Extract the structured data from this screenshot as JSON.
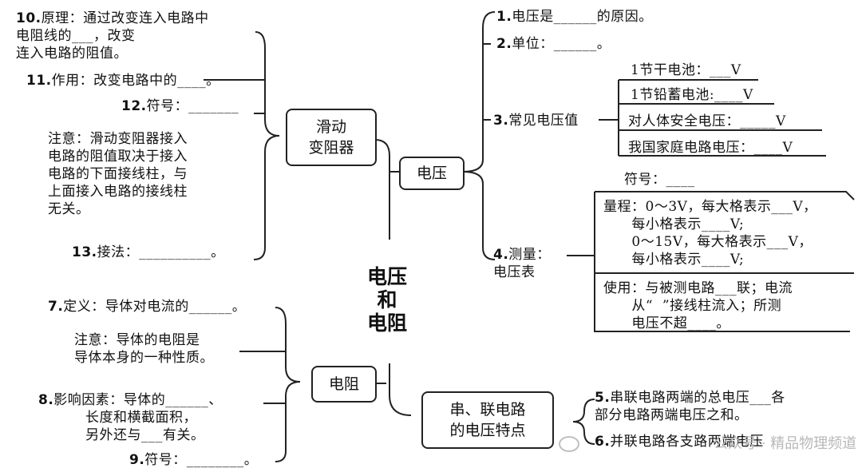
{
  "center": {
    "line1": "电压",
    "line2": "和",
    "line3": "电阻"
  },
  "nodes": {
    "huadong": "滑动\n变阻器",
    "dianya": "电压",
    "dianzu": "电阻",
    "chuanbing": "串、联电路\n的电压特点"
  },
  "huadong": {
    "n10_num": "10.",
    "n10_text": "原理：通过改变连入电路中\n电阻线的___，改变\n连入电路的阻值。",
    "n11_num": "11.",
    "n11_text": "作用：改变电路中的____。",
    "n12_num": "12.",
    "n12_text": "符号：_______",
    "note": "注意：滑动变阻器接入\n电路的阻值取决于接入\n电路的下面接线柱，与\n上面接入电路的接线柱\n无关。",
    "n13_num": "13.",
    "n13_text": "接法：__________。"
  },
  "dianya": {
    "n1_num": "1.",
    "n1_text": "电压是______的原因。",
    "n2_num": "2.",
    "n2_text": "单位：______。",
    "n3_num": "3.",
    "n3_text": "常见电压值",
    "common": [
      "1节干电池：___V",
      "1节铅蓄电池:____V",
      "对人体安全电压：_____V",
      "我国家庭电路电压：____V"
    ],
    "n4_num": "4.",
    "n4_text": "测量：\n电压表",
    "symbol": "符号：____",
    "range": "量程：0～3V，每大格表示___V，\n      每小格表示____V;\n      0～15V，每大格表示___V，\n      每小格表示____V;",
    "usage": "使用：与被测电路___联；电流\n      从“  ”接线柱流入；所测\n      电压不超____。"
  },
  "dianzu": {
    "n7_num": "7.",
    "n7_text": "定义：导体对电流的______。",
    "note": "注意：导体的电阻是\n导体本身的一种性质。",
    "n8_num": "8.",
    "n8_text": "影响因素：导体的______、\n          长度和横截面积，\n          另外还与___有关。",
    "n9_num": "9.",
    "n9_text": "符号：________。"
  },
  "chuanbing": {
    "n5_num": "5.",
    "n5_text": "串联电路两端的总电压___各\n部分电路两端电压之和。",
    "n6_num": "6.",
    "n6_text": "并联电路各支路两端电压"
  },
  "watermark": "公众号 · 精品物理频道"
}
